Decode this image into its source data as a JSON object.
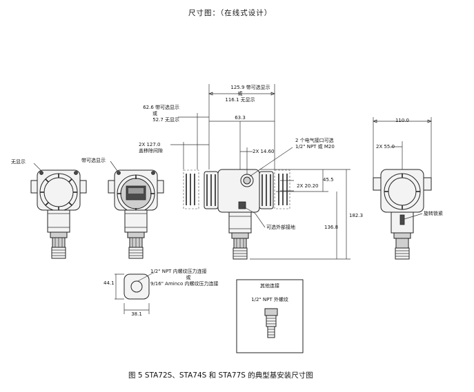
{
  "heading": "尺寸图：（在线式设计）",
  "caption": "图 5  STA72S、STA74S 和 STA77S 的典型基安装尺寸图",
  "labels": {
    "no_display": "无显示",
    "with_display": "带可选显示",
    "dim_1259_a": "125.9 带可选显示",
    "dim_1259_or": "或",
    "dim_1259_b": "116.1 无显示",
    "dim_626_a": "62.6 带可选显示",
    "dim_626_or": "或",
    "dim_626_b": "52.7 无显示",
    "dim_633": "63.3",
    "dim_1270_a": "2X 127.0",
    "dim_1270_b": "盖移除间隙",
    "conn_a": "2 个电气接口可选",
    "conn_b": "1/2\" NPT 或 M20",
    "dim_1460": "2X 14.60",
    "dim_2020": "2X 20.20",
    "dim_455": "45.5",
    "dim_1823": "182.3",
    "dim_1368": "136.8",
    "ground": "可选外部接地",
    "dim_1100": "110.0",
    "dim_550": "2X 55.0",
    "rotate_lock": "旋转锁紧",
    "npt_a": "1/2\" NPT 内螺纹压力连接",
    "npt_or": "或",
    "npt_b": "9/16\" Aminco 内螺纹压力连接",
    "dim_441": "44.1",
    "dim_381": "38.1",
    "other_title": "其他连接",
    "other_npt": "1/2\" NPT 外螺纹"
  }
}
